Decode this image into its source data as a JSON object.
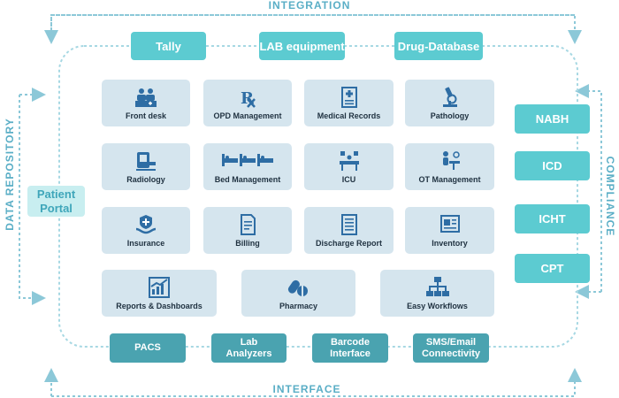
{
  "labels": {
    "integration": "INTEGRATION",
    "interface": "INTERFACE",
    "data_repository": "DATA REPOSITORY",
    "compliance": "COMPLIANCE"
  },
  "integration_items": [
    "Tally",
    "LAB equipment",
    "Drug-Database"
  ],
  "patient_portal": "Patient\nPortal",
  "compliance_items": [
    "NABH",
    "ICD",
    "ICHT",
    "CPT"
  ],
  "interface_items": [
    "PACS",
    "Lab\nAnalyzers",
    "Barcode\nInterface",
    "SMS/Email\nConnectivity"
  ],
  "modules": [
    {
      "label": "Front desk",
      "icon": "front-desk-icon"
    },
    {
      "label": "OPD Management",
      "icon": "prescription-rx-icon"
    },
    {
      "label": "Medical Records",
      "icon": "medical-records-icon"
    },
    {
      "label": "Pathology",
      "icon": "microscope-icon"
    },
    {
      "label": "Radiology",
      "icon": "radiology-scanner-icon"
    },
    {
      "label": "Bed Management",
      "icon": "hospital-beds-icon"
    },
    {
      "label": "ICU",
      "icon": "icu-bed-icon"
    },
    {
      "label": "OT Management",
      "icon": "operation-theatre-icon"
    },
    {
      "label": "Insurance",
      "icon": "insurance-hands-icon"
    },
    {
      "label": "Billing",
      "icon": "billing-document-icon"
    },
    {
      "label": "Discharge Report",
      "icon": "discharge-report-icon"
    },
    {
      "label": "Inventory",
      "icon": "inventory-icon"
    },
    {
      "label": "Reports & Dashboards",
      "icon": "reports-chart-icon"
    },
    {
      "label": "Pharmacy",
      "icon": "pharmacy-pills-icon"
    },
    {
      "label": "Easy Workflows",
      "icon": "workflow-hierarchy-icon"
    }
  ],
  "colors": {
    "accent_teal": "#5ccbd1",
    "dark_teal": "#4aa3b0",
    "label_blue": "#5aaec6",
    "module_bg": "#d5e5ee",
    "icon_blue": "#2e6da4"
  }
}
